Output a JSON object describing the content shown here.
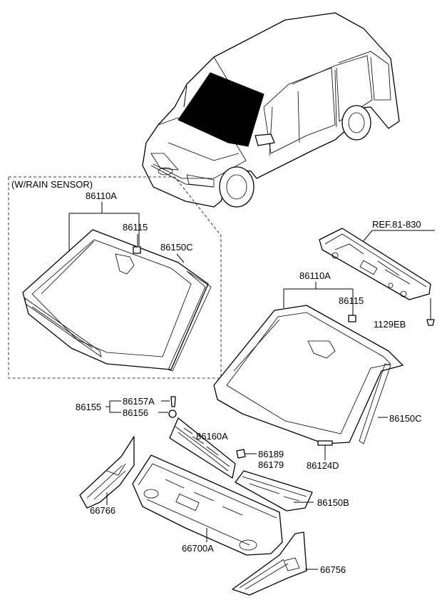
{
  "labels": {
    "rain_sensor": "(W/RAIN SENSOR)",
    "p86110A_a": "86110A",
    "p86115_a": "86115",
    "p86150C_a": "86150C",
    "ref": "REF.81-830",
    "p86110A_b": "86110A",
    "p86115_b": "86115",
    "p1129EB": "1129EB",
    "p86155": "86155",
    "p86157A": "86157A",
    "p86156": "86156",
    "p86160A": "86160A",
    "p86189": "86189",
    "p86179": "86179",
    "p86124D": "86124D",
    "p86150C_b": "86150C",
    "p66766": "66766",
    "p86150B": "86150B",
    "p66700A": "66700A",
    "p66756": "66756"
  }
}
